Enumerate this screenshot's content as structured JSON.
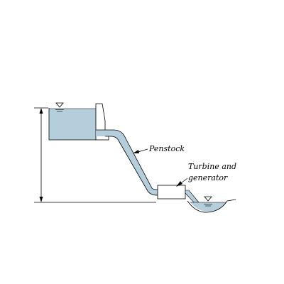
{
  "labels": {
    "penstock": "Penstock",
    "turbine_line1": "Turbine and",
    "turbine_line2": "generator"
  },
  "colors": {
    "water": "#b5cedc",
    "outline": "#000000",
    "background": "#ffffff"
  },
  "icons": {
    "upper_surface": "water-surface-triangle-icon",
    "lower_surface": "water-surface-triangle-icon"
  }
}
